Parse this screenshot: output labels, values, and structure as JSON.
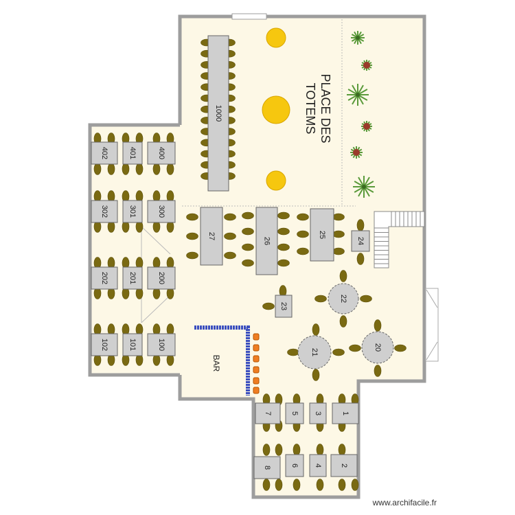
{
  "plan": {
    "zone_label": [
      "PLACE DES",
      "TOTEMS"
    ],
    "bar_label": "BAR",
    "colors": {
      "floor": "#fdf8e6",
      "wall": "#9d9d9d",
      "table": "#cfcfcf",
      "chair": "#7a6a12",
      "totem": "#f6c70f",
      "bar_counter": "#3b4fbf",
      "stool": "#ef7d22",
      "plant": "#5a9a3a"
    },
    "tables": {
      "t1000": "1000",
      "t402": "402",
      "t401": "401",
      "t400": "400",
      "t302": "302",
      "t301": "301",
      "t300": "300",
      "t202": "202",
      "t201": "201",
      "t200": "200",
      "t102": "102",
      "t101": "101",
      "t100": "100",
      "t27": "27",
      "t26": "26",
      "t25": "25",
      "t24": "24",
      "t23": "23",
      "t22": "22",
      "t21": "21",
      "t20": "20",
      "t7": "7",
      "t5": "5",
      "t3": "3",
      "t1": "1",
      "t8": "8",
      "t6": "6",
      "t4": "4",
      "t2": "2"
    }
  },
  "footer": {
    "credit": "www.archifacile.fr"
  }
}
